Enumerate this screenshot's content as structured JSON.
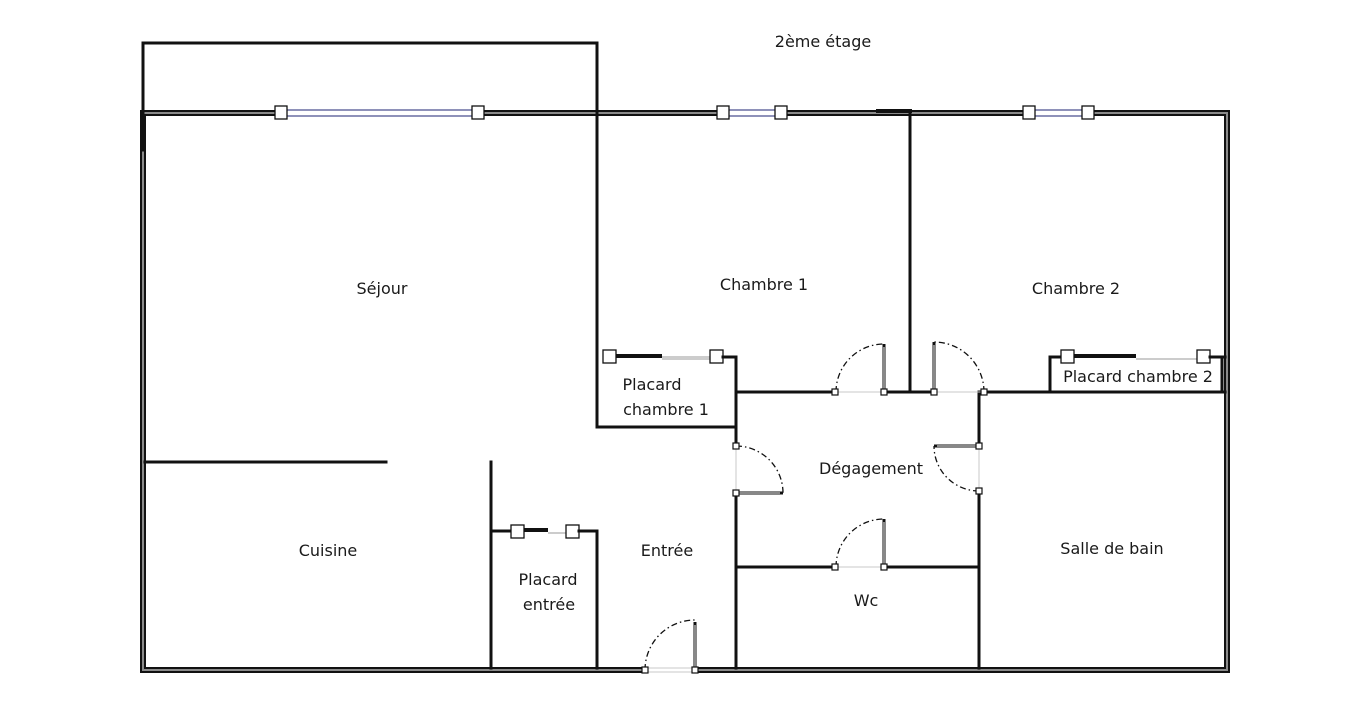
{
  "floor_title": "2ème étage",
  "rooms": {
    "sejour": "Séjour",
    "chambre1": "Chambre 1",
    "chambre2": "Chambre 2",
    "placard_chambre1_line1": "Placard",
    "placard_chambre1_line2": "chambre 1",
    "placard_chambre2": "Placard chambre 2",
    "degagement": "Dégagement",
    "cuisine": "Cuisine",
    "entree": "Entrée",
    "placard_entree_line1": "Placard",
    "placard_entree_line2": "entrée",
    "salle_de_bain": "Salle de bain",
    "wc": "Wc"
  },
  "colors": {
    "wall": "#111111",
    "window": "#4b4f8f",
    "background": "#ffffff"
  }
}
